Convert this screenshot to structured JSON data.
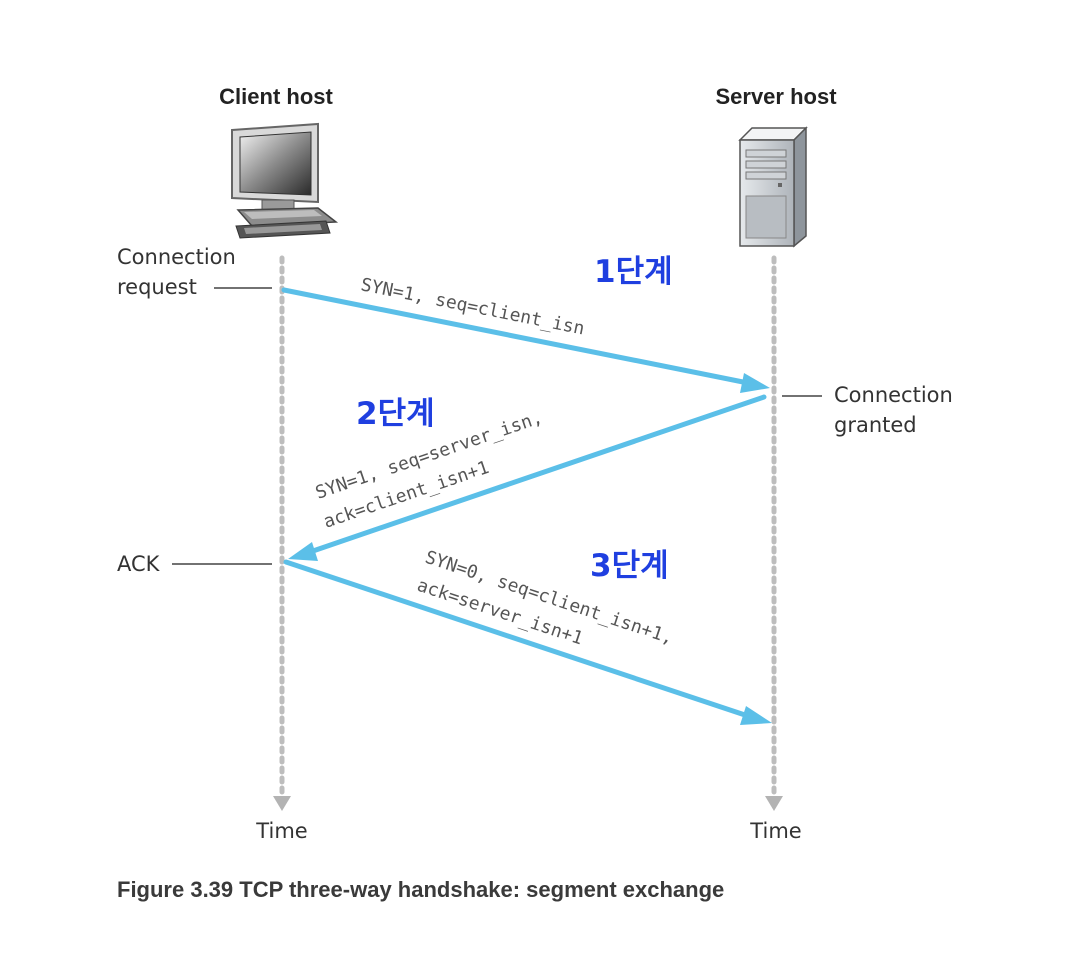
{
  "client": {
    "title": "Client host",
    "time_label": "Time"
  },
  "server": {
    "title": "Server host",
    "time_label": "Time"
  },
  "labels": {
    "connection_request_1": "Connection",
    "connection_request_2": "request",
    "connection_granted_1": "Connection",
    "connection_granted_2": "granted",
    "ack": "ACK"
  },
  "segments": [
    {
      "step": "1단계",
      "line1": "SYN=1, seq=client_isn",
      "line2": ""
    },
    {
      "step": "2단계",
      "line1": "SYN=1, seq=server_isn,",
      "line2": "ack=client_isn+1"
    },
    {
      "step": "3단계",
      "line1": "SYN=0, seq=client_isn+1,",
      "line2": "ack=server_isn+1"
    }
  ],
  "caption": "Figure 3.39 TCP three-way handshake: segment exchange",
  "colors": {
    "arrow": "#5bbfe8",
    "step_text": "#1f3fe0",
    "timeline": "#bdbdbd"
  }
}
